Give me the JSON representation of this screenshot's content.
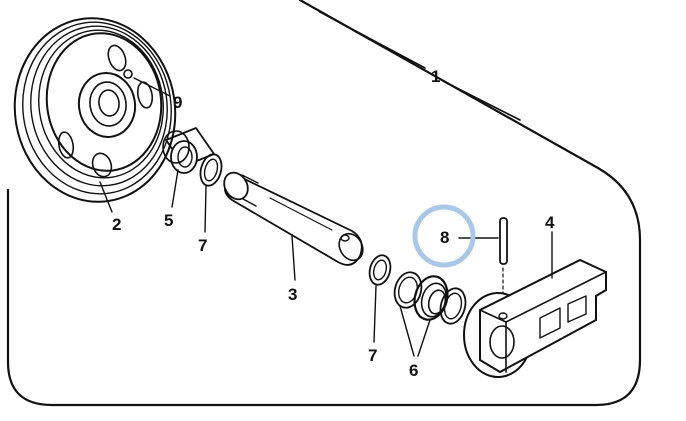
{
  "callouts": {
    "c1": "1",
    "c2": "2",
    "c3": "3",
    "c4": "4",
    "c5": "5",
    "c6": "6",
    "c7a": "7",
    "c7b": "7",
    "c8": "8",
    "c9": "9"
  },
  "colors": {
    "line": "#111111",
    "highlight_ring": "#a9c7e6",
    "background": "#ffffff"
  }
}
